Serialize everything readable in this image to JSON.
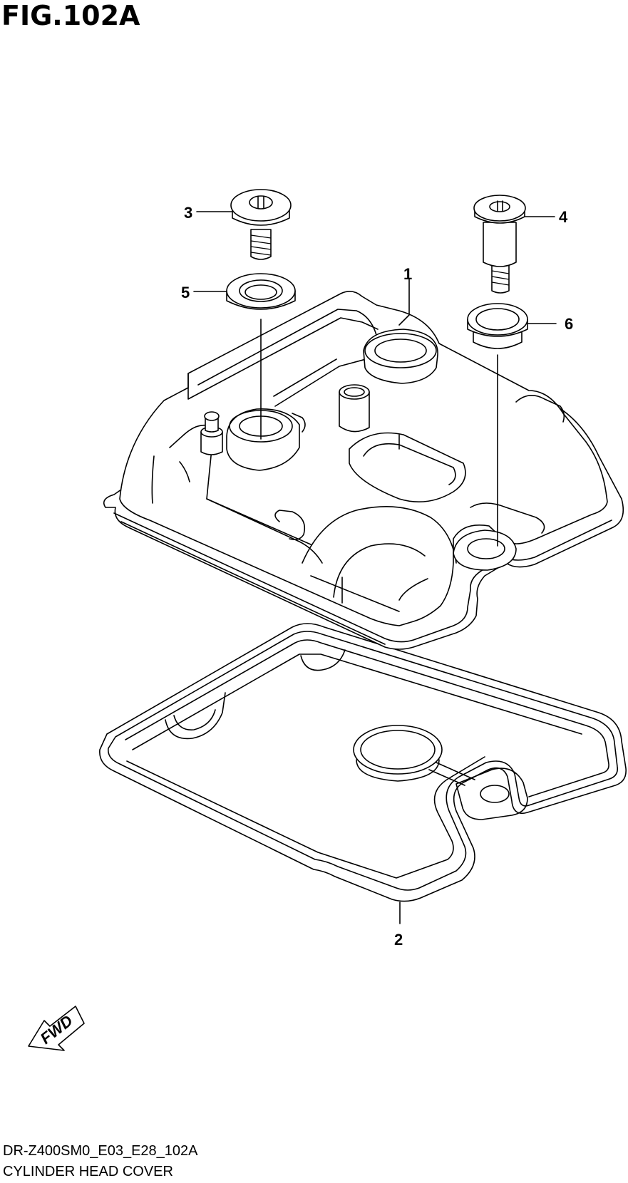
{
  "figure": {
    "title": "FIG.102A",
    "code": "DR-Z400SM0_E03_E28_102A",
    "description": "CYLINDER HEAD COVER"
  },
  "callouts": [
    "1",
    "2",
    "3",
    "4",
    "5",
    "6"
  ],
  "direction_marker": {
    "label": "FWD"
  }
}
